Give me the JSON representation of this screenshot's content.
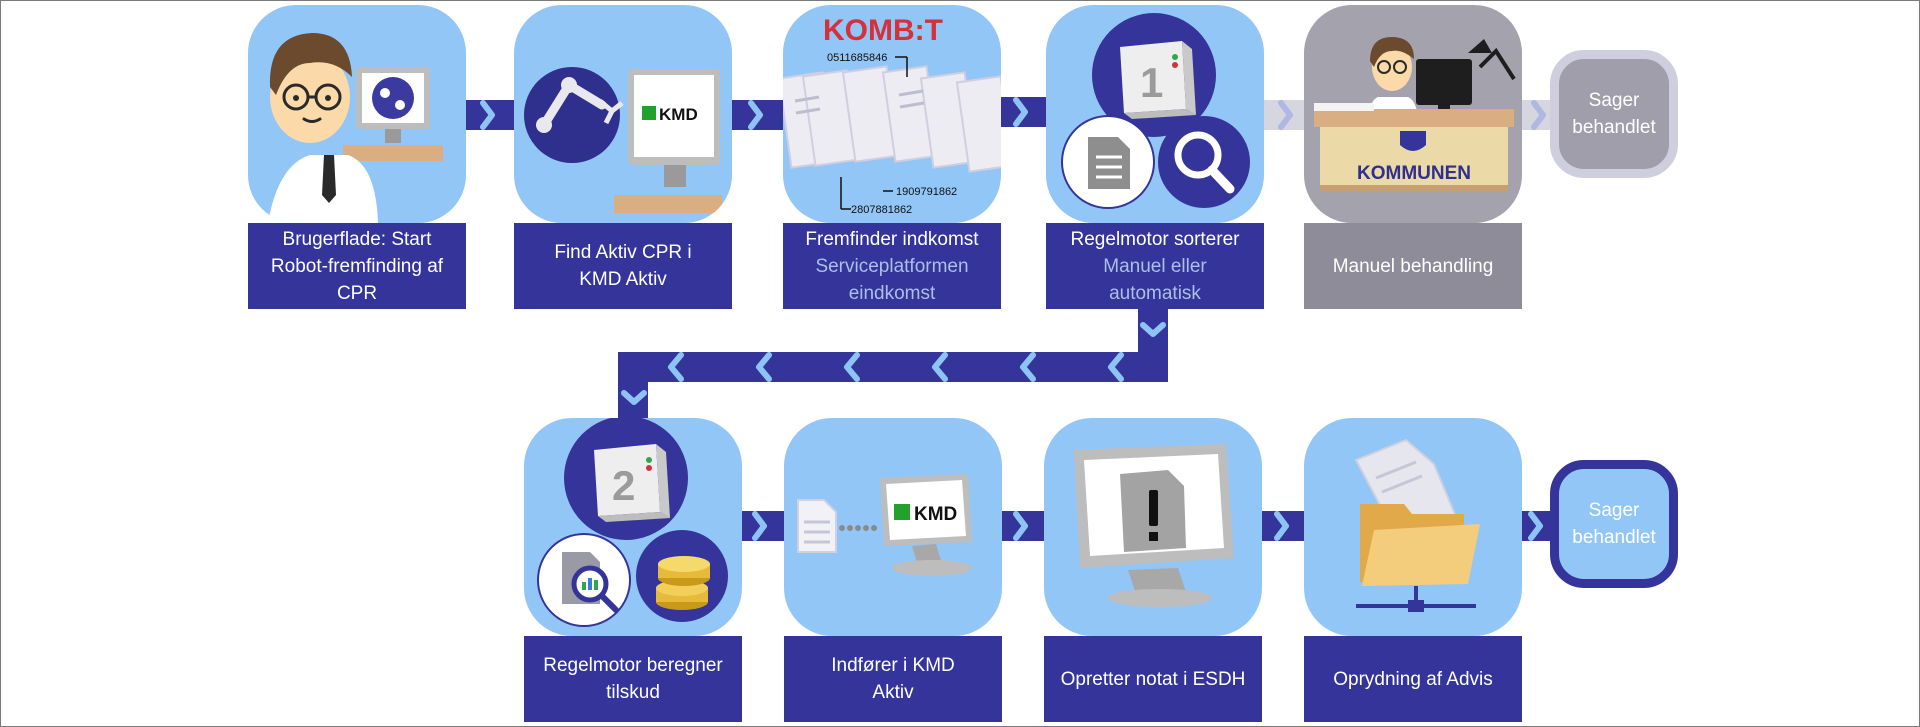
{
  "steps_top": [
    {
      "title": "Brugerflade: Start Robot-fremfinding af CPR",
      "sub": ""
    },
    {
      "title": "Find Aktiv CPR i KMD Aktiv",
      "sub": ""
    },
    {
      "title": "Fremfinder indkomst",
      "sub": "Serviceplatformen eindkomst"
    },
    {
      "title": "Regelmotor sorterer",
      "sub": "Manuel eller automatisk"
    },
    {
      "title": "Manuel behandling",
      "sub": ""
    }
  ],
  "steps_bottom": [
    {
      "title": "Regelmotor beregner tilskud"
    },
    {
      "title": "Indfører i KMD Aktiv"
    },
    {
      "title": "Opretter notat i ESDH"
    },
    {
      "title": "Oprydning af Advis"
    }
  ],
  "end_top": "Sager behandlet",
  "end_bottom": "Sager behandlet",
  "logos": {
    "kmd": "KMD",
    "kombit": "KOMB:T",
    "kommunen": "KOMMUNEN"
  },
  "cpr_numbers": [
    "0511685846",
    "1909791862",
    "2807881862"
  ],
  "engine_numbers": [
    "1",
    "2"
  ],
  "colors": {
    "tile": "#92c6f7",
    "label": "#34349a",
    "grey_tile": "#a3a2ad",
    "grey_label": "#8d8c98"
  },
  "icons": [
    "person-at-computer-icon",
    "robot-arm-icon",
    "document-stack-icon",
    "rule-engine-icon",
    "clerk-at-desk-icon",
    "calculator-coins-icon",
    "document-transfer-icon",
    "warning-note-icon",
    "folder-network-icon"
  ]
}
